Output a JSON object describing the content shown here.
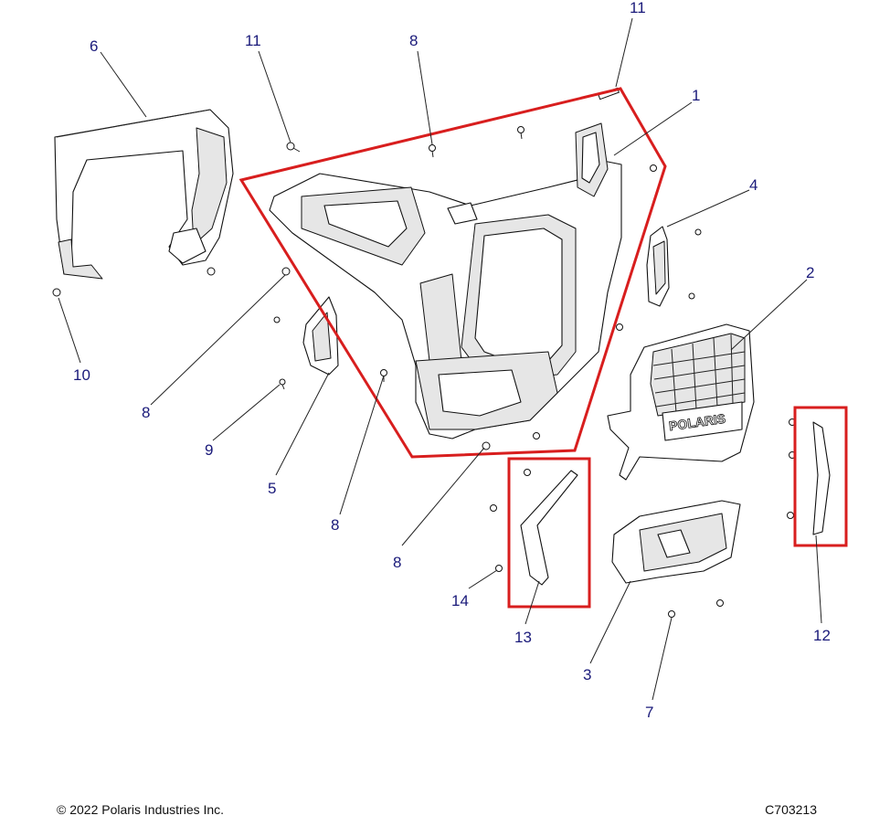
{
  "callouts": {
    "c1": "1",
    "c2": "2",
    "c3": "3",
    "c4": "4",
    "c5": "5",
    "c6": "6",
    "c7": "7",
    "c8a": "8",
    "c8b": "8",
    "c8c": "8",
    "c8d": "8",
    "c9": "9",
    "c10": "10",
    "c11a": "11",
    "c11b": "11",
    "c12": "12",
    "c13": "13",
    "c14": "14"
  },
  "grille_logo": "POLARIS",
  "footer": {
    "copyright": "© 2022 Polaris Industries Inc.",
    "drawing_number": "C703213"
  },
  "colors": {
    "highlight": "#d81e1e",
    "callout_text": "#1a1a7a",
    "line": "#111111"
  }
}
